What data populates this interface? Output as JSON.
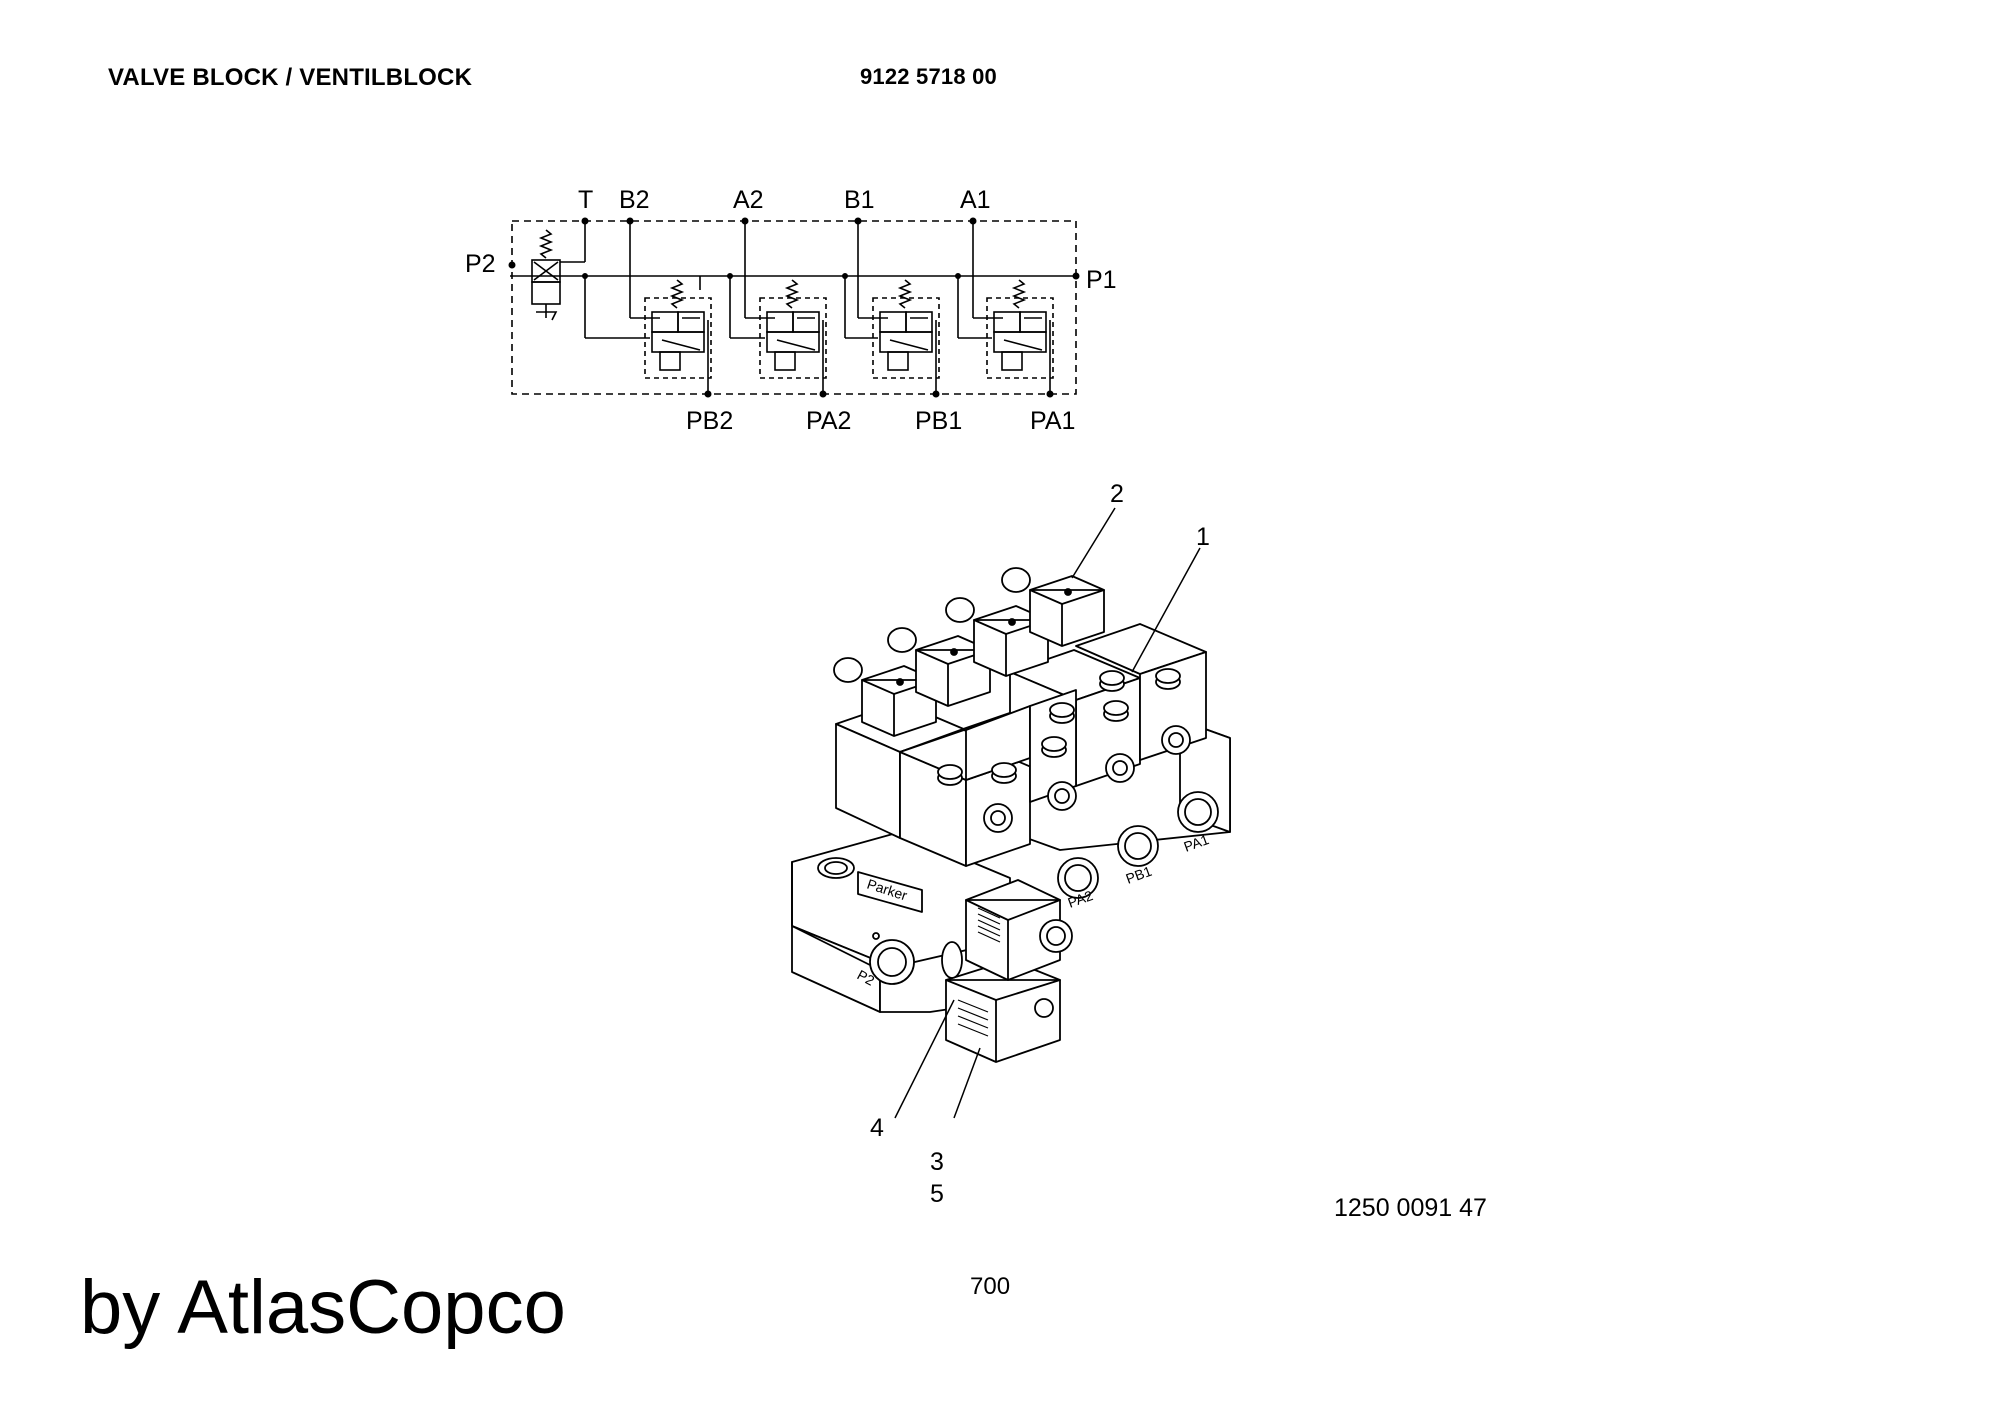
{
  "header": {
    "title": "VALVE BLOCK / VENTILBLOCK",
    "part_number": "9122 5718 00"
  },
  "schematic": {
    "top_ports": [
      "T",
      "B2",
      "A2",
      "B1",
      "A1"
    ],
    "left_port": "P2",
    "right_port": "P1",
    "bottom_ports": [
      "PB2",
      "PA2",
      "PB1",
      "PA1"
    ]
  },
  "isometric": {
    "item_numbers": [
      "1",
      "2",
      "3",
      "4",
      "5"
    ],
    "port_markings": [
      "PA2",
      "PB1",
      "PA1",
      "P2"
    ],
    "nameplate": "Parker"
  },
  "footer": {
    "drawing_number": "1250 0091 47",
    "page_number": "700",
    "brand": "by AtlasCopco"
  }
}
